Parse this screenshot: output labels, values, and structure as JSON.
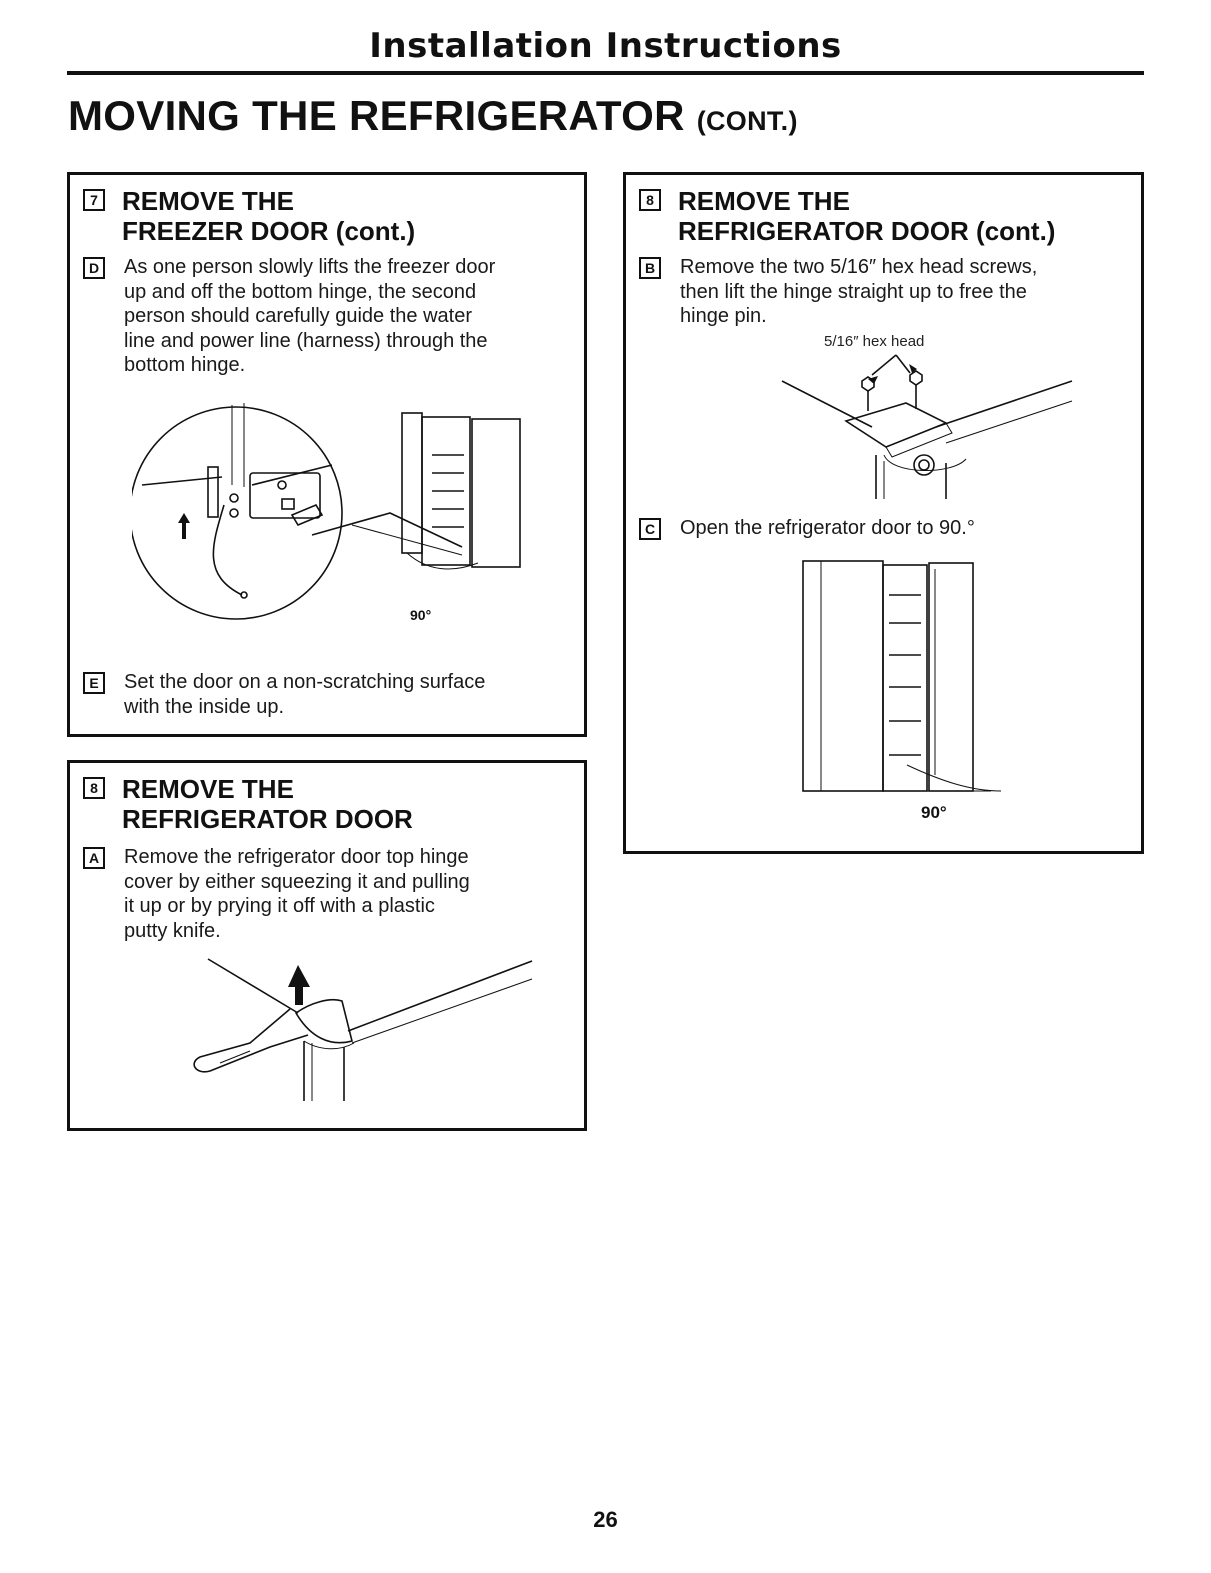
{
  "header": {
    "title": "Installation Instructions"
  },
  "page": {
    "title": "MOVING THE REFRIGERATOR",
    "title_suffix": "(CONT.)",
    "number": "26"
  },
  "step7": {
    "number": "7",
    "heading_line1": "REMOVE THE",
    "heading_line2": "FREEZER DOOR (cont.)",
    "substep_d": {
      "letter": "D",
      "lines": [
        "As one person slowly lifts the freezer door",
        "up and off the bottom hinge, the second",
        "person should carefully guide the water",
        "line and power line (harness) through the",
        "bottom hinge."
      ],
      "angle_label": "90°"
    },
    "substep_e": {
      "letter": "E",
      "lines": [
        "Set the door on a non-scratching surface",
        "with the inside up."
      ]
    }
  },
  "step8a": {
    "number": "8",
    "heading_line1": "REMOVE THE",
    "heading_line2": "REFRIGERATOR DOOR",
    "substep_a": {
      "letter": "A",
      "lines": [
        "Remove the refrigerator door top hinge",
        "cover by either squeezing it and pulling",
        "it up or by prying it off with a plastic",
        "putty knife."
      ]
    }
  },
  "step8b": {
    "number": "8",
    "heading_line1": "REMOVE THE",
    "heading_line2": "REFRIGERATOR DOOR (cont.)",
    "substep_b": {
      "letter": "B",
      "lines": [
        "Remove the two 5/16″ hex head screws,",
        "then lift the hinge straight up to free the",
        "hinge pin."
      ],
      "callout": "5/16″ hex head"
    },
    "substep_c": {
      "letter": "C",
      "lines": [
        "Open the refrigerator door to 90.°"
      ],
      "angle_label": "90°"
    }
  }
}
